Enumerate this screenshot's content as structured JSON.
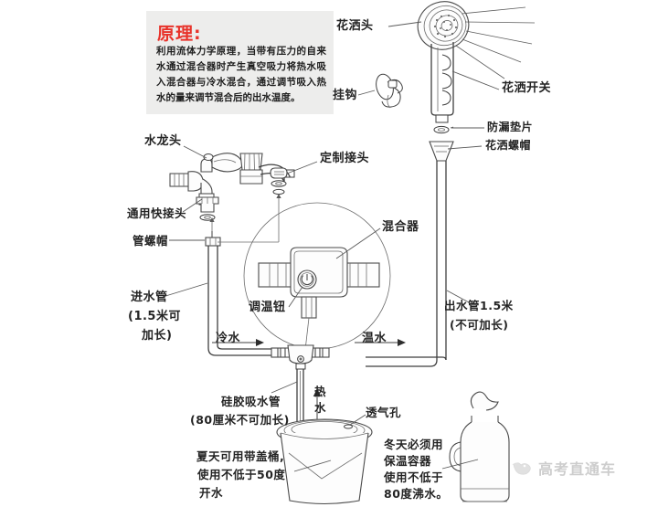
{
  "principle": {
    "title": "原理:",
    "body": "利用流体力学原理，当带有压力的自来水通过混合器时产生真空吸力将热水吸入混合器与冷水混合，通过调节吸入热水的量来调节混合后的出水温度。"
  },
  "labels": {
    "shower_head": "花洒头",
    "shower_switch": "花洒开关",
    "hook": "挂钩",
    "leak_gasket": "防漏垫片",
    "shower_nut": "花洒螺帽",
    "faucet": "水龙头",
    "custom_connector": "定制接头",
    "universal_quick_connector": "通用快接头",
    "pipe_nut": "管螺帽",
    "inlet_pipe_line1": "进水管",
    "inlet_pipe_line2": "(1.5米可",
    "inlet_pipe_line3": "加长)",
    "mixer": "混合器",
    "temp_knob": "调温钮",
    "cold_water": "冷水",
    "warm_water": "温水",
    "outlet_pipe_line1": "出水管1.5米",
    "outlet_pipe_line2": "(不可加长)",
    "silicone_tube_line1": "硅胶吸水管",
    "silicone_tube_line2": "(80厘米不可加长)",
    "hot_water_line1": "热",
    "hot_water_line2": "水",
    "air_vent": "透气孔",
    "summer_note_line1": "夏天可用带盖桶,",
    "summer_note_line2": "使用不低于50度",
    "summer_note_line3": "开水",
    "winter_note_line1": "冬天必须用",
    "winter_note_line2": "保温容器",
    "winter_note_line3": "使用不低于",
    "winter_note_line4": "80度沸水。"
  },
  "watermark": {
    "text": "高考直通车",
    "icon": "bird-logo-icon"
  },
  "colors": {
    "accent_red": "#e8322a",
    "panel_bg": "#ededec",
    "line": "#3a3a3a",
    "text": "#242424",
    "watermark": "#8a8a8a"
  },
  "icons": {
    "shower_head": "shower-head-icon",
    "hook": "wall-hook-icon",
    "gasket": "ring-gasket-icon",
    "faucet_wall": "wall-faucet-icon",
    "faucet_basin": "basin-faucet-icon",
    "mixer_unit": "mixer-valve-icon",
    "bucket": "lidded-bucket-icon",
    "thermos": "thermos-flask-icon",
    "arrow_right": "arrow-right-icon",
    "arrow_up": "arrow-up-icon"
  }
}
